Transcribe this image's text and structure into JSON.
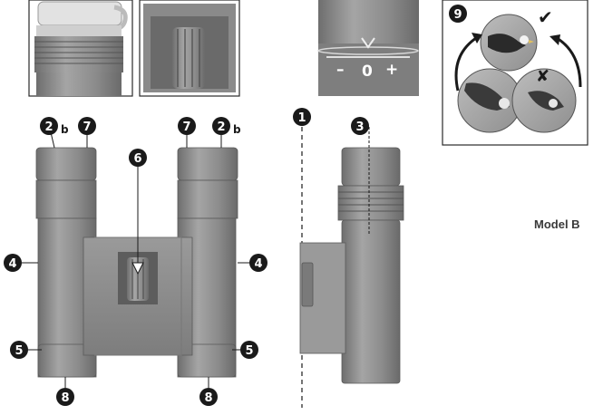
{
  "model_label": "Model B",
  "callouts": {
    "c1": "1",
    "c2a": "2",
    "c2a_suffix": "b",
    "c2b": "2",
    "c2b_suffix": "b",
    "c3": "3",
    "c4a": "4",
    "c4b": "4",
    "c5a": "5",
    "c5b": "5",
    "c6": "6",
    "c7a": "7",
    "c7b": "7",
    "c8a": "8",
    "c8b": "8",
    "c9": "9"
  },
  "diopter_scale": {
    "minus": "–",
    "zero": "0",
    "plus": "+"
  },
  "marks": {
    "correct": "✔",
    "incorrect": "✘"
  },
  "colors": {
    "body": "#8e8e8e",
    "body_dark": "#6f6f6f",
    "body_light": "#a9a9a9",
    "ink": "#1a1a1a"
  }
}
